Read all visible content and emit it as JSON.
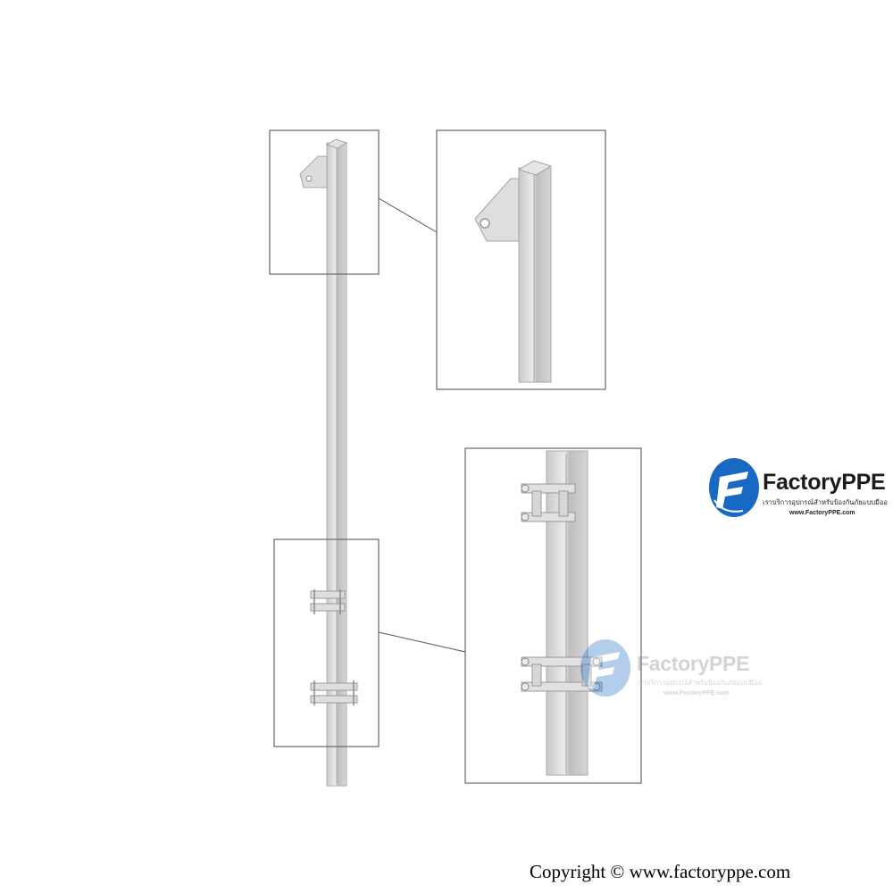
{
  "brand": {
    "name": "FactoryPPE",
    "tagline": "เราบริการอุปกรณ์สำหรับป้องกันภัยแบบมืออาชีพ",
    "url": "www.FactoryPPE.com",
    "colors": {
      "blue": "#1769c4",
      "text": "#1a1a1a"
    }
  },
  "watermark": {
    "name": "FactoryPPE",
    "tagline": "เราบริการอุปกรณ์สำหรับป้องกันภัยแบบมืออาชีพ",
    "url": "www.FactoryPPE.com"
  },
  "footer": {
    "copyright": "Copyright © www.factoryppe.com"
  },
  "illustration": {
    "subject": "steel-post-with-bracket-and-clamps",
    "colors": {
      "metal": "#d9d9d9",
      "metal_dark": "#b5b5b5",
      "metal_light": "#eeeeee",
      "frame": "#666666"
    }
  }
}
